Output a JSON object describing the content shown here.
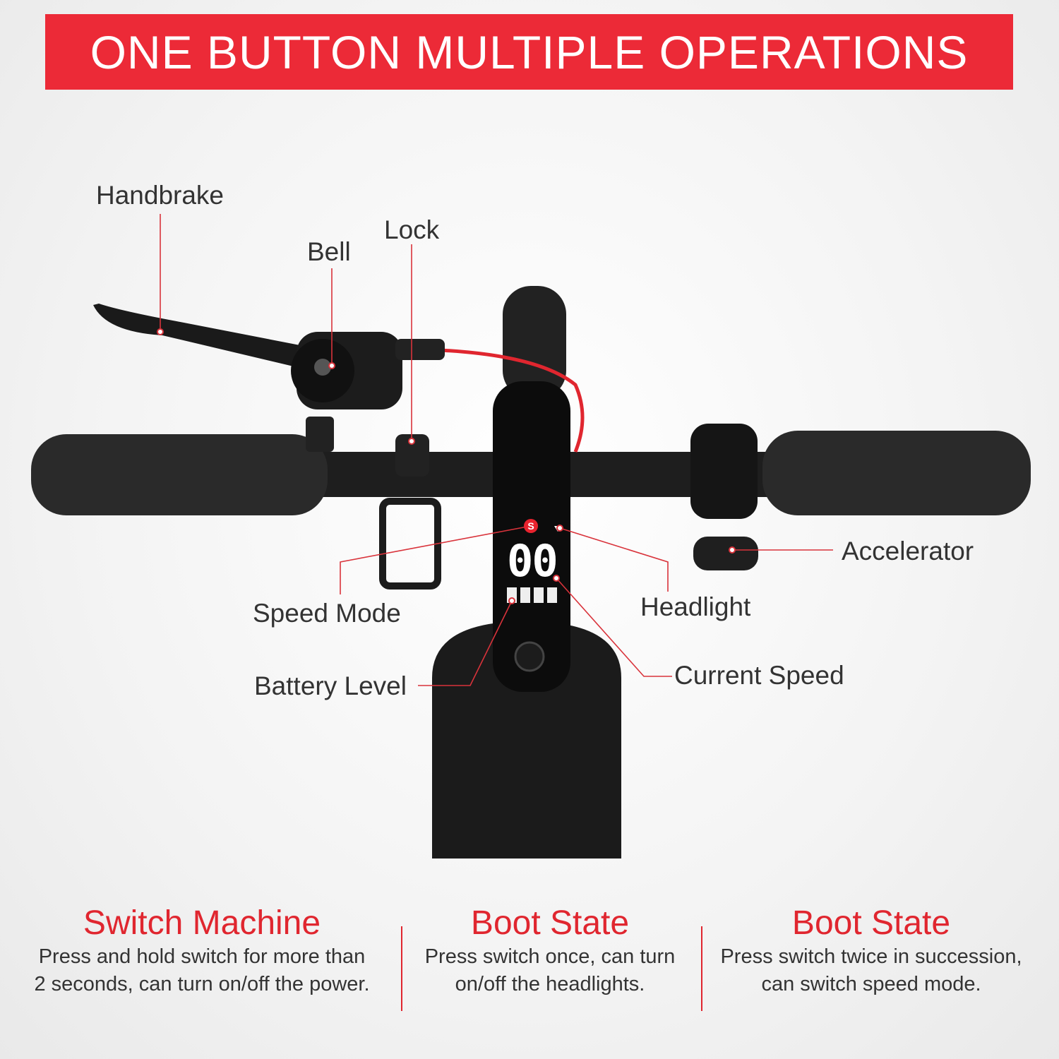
{
  "banner": {
    "title": "ONE BUTTON MULTIPLE OPERATIONS"
  },
  "callouts": {
    "handbrake": "Handbrake",
    "bell": "Bell",
    "lock": "Lock",
    "accelerator": "Accelerator",
    "speed_mode": "Speed Mode",
    "headlight": "Headlight",
    "battery_level": "Battery Level",
    "current_speed": "Current Speed"
  },
  "display": {
    "speed": "00",
    "mode": "S",
    "battery_bars": 4
  },
  "operations": [
    {
      "title": "Switch Machine",
      "line1": "Press and hold switch for more than",
      "line2": "2 seconds, can turn on/off the power."
    },
    {
      "title": "Boot State",
      "line1": "Press switch once, can turn",
      "line2": "on/off the headlights."
    },
    {
      "title": "Boot State",
      "line1": "Press switch twice in succession,",
      "line2": "can switch speed mode."
    }
  ],
  "colors": {
    "accent": "#ec2a37"
  }
}
